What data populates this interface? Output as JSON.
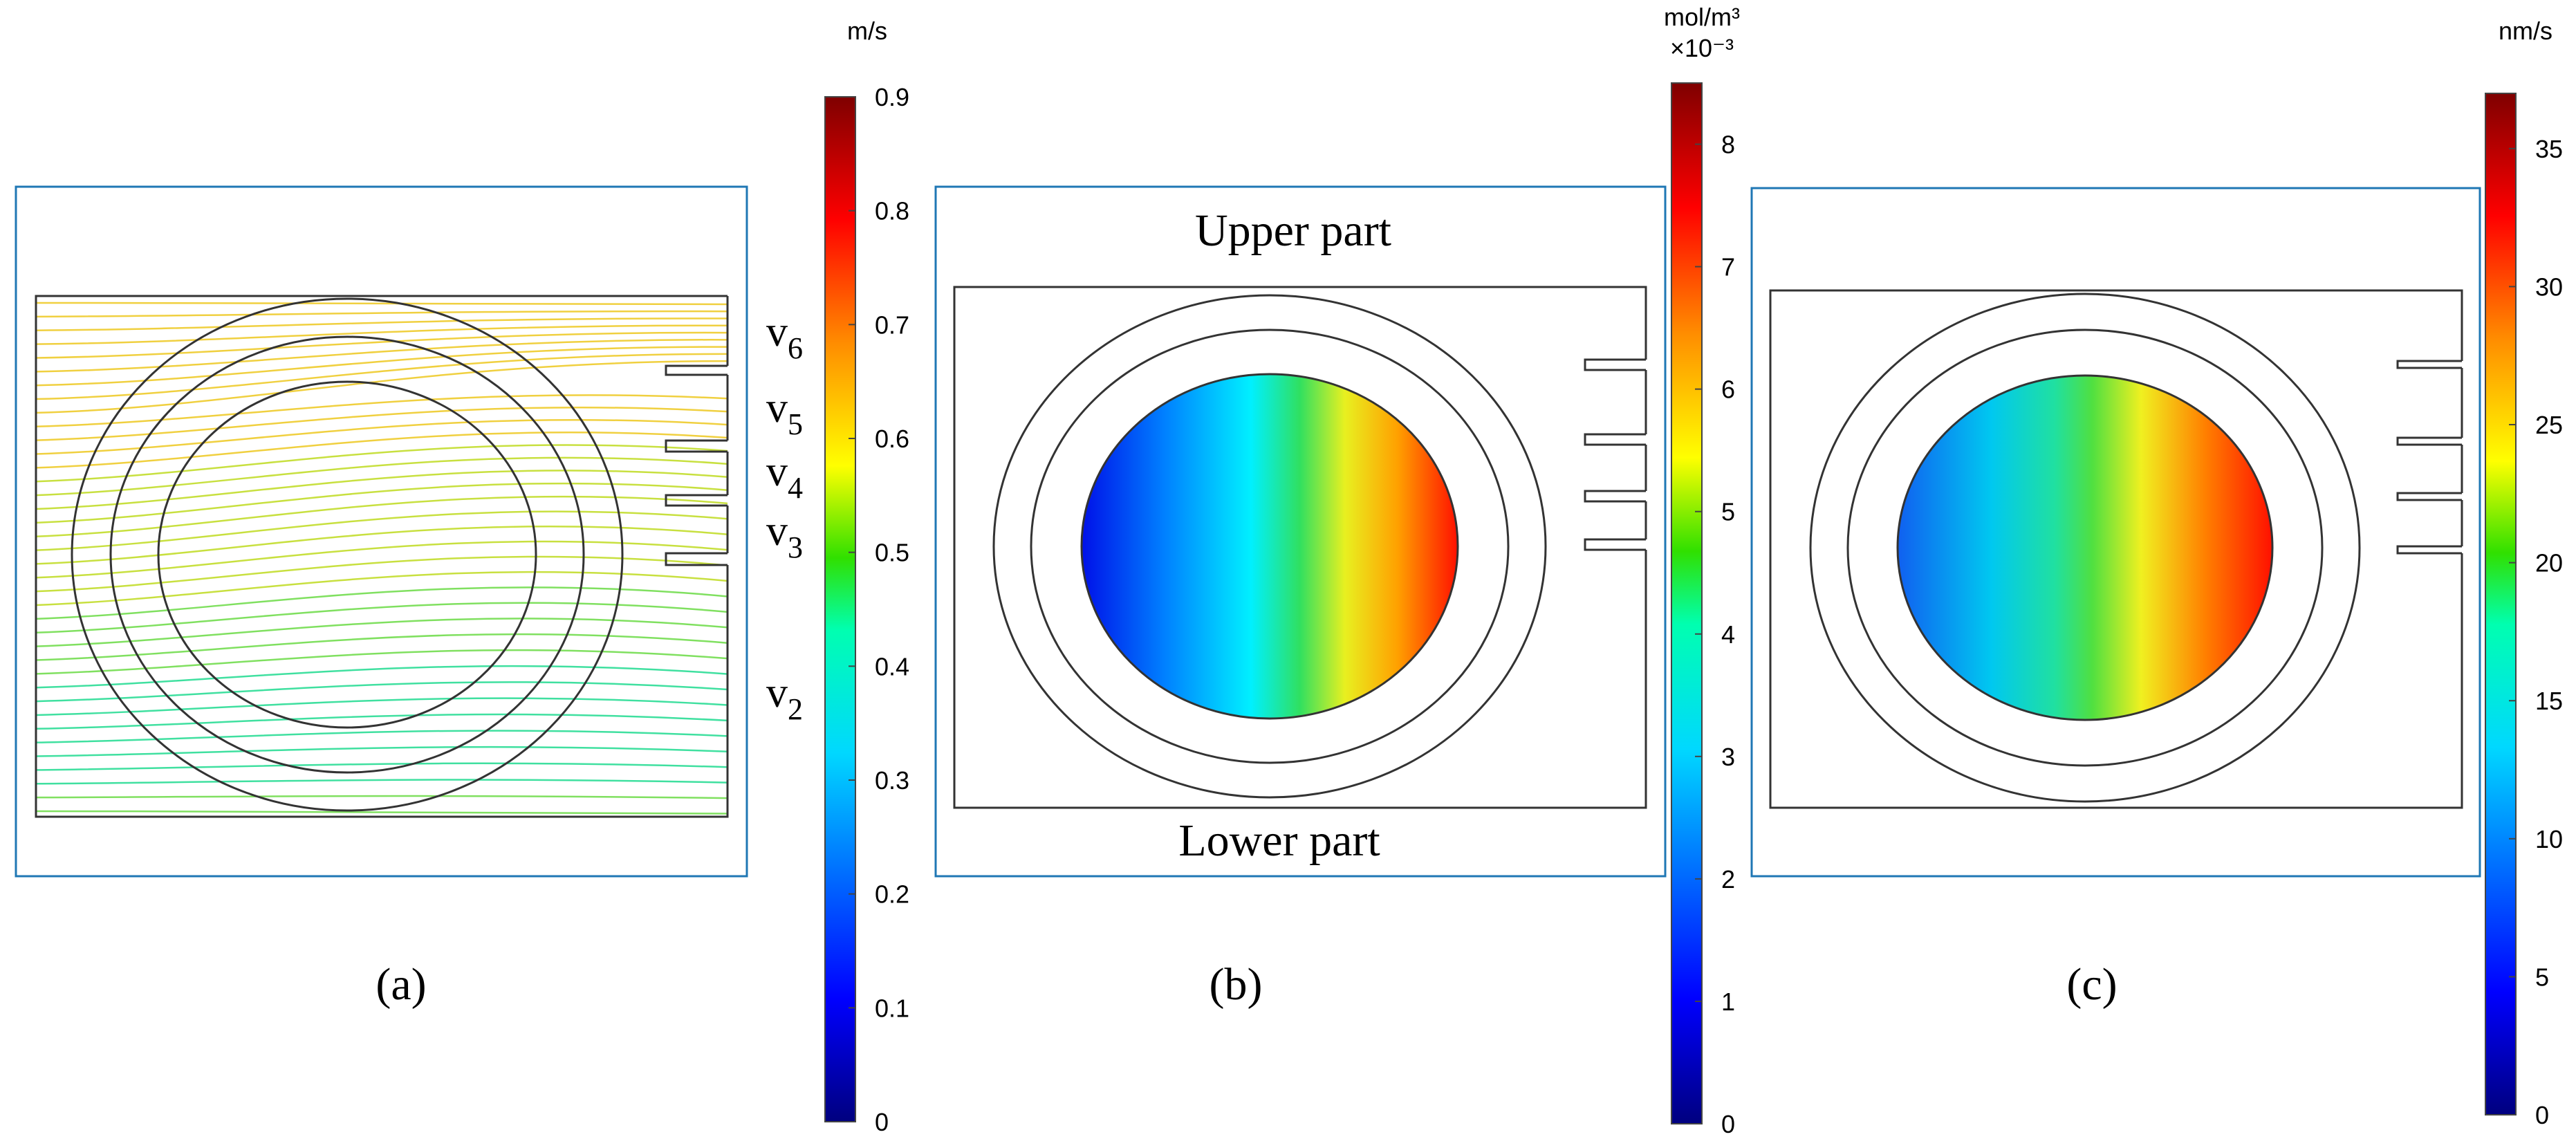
{
  "panels": [
    {
      "caption": "(a)",
      "kind": "streamlines",
      "outlet_labels": [
        "v6",
        "v5",
        "v4",
        "v3",
        "v2"
      ]
    },
    {
      "caption": "(b)",
      "kind": "concentration",
      "top_label": "Upper part",
      "bottom_label": "Lower part"
    },
    {
      "caption": "(c)",
      "kind": "deposition-rate"
    }
  ],
  "colorbars": [
    {
      "unit": "m/s",
      "multiplier": "",
      "min": 0,
      "max": 0.9,
      "ticks": [
        "0",
        "0.1",
        "0.2",
        "0.3",
        "0.4",
        "0.5",
        "0.6",
        "0.7",
        "0.8",
        "0.9"
      ]
    },
    {
      "unit": "mol/m³",
      "multiplier": "×10⁻³",
      "min": 0,
      "max": 8.5,
      "ticks": [
        "0",
        "1",
        "2",
        "3",
        "4",
        "5",
        "6",
        "7",
        "8"
      ]
    },
    {
      "unit": "nm/s",
      "multiplier": "",
      "min": 0,
      "max": 37,
      "ticks": [
        "0",
        "5",
        "10",
        "15",
        "20",
        "25",
        "30",
        "35"
      ]
    }
  ],
  "colors": {
    "frame": "#1f77b4",
    "geometry": "#333333",
    "colormap": [
      "#00007f",
      "#0000ff",
      "#00bfff",
      "#00ffd0",
      "#20e000",
      "#ffff00",
      "#ff8000",
      "#ff0000",
      "#7f0000"
    ]
  }
}
